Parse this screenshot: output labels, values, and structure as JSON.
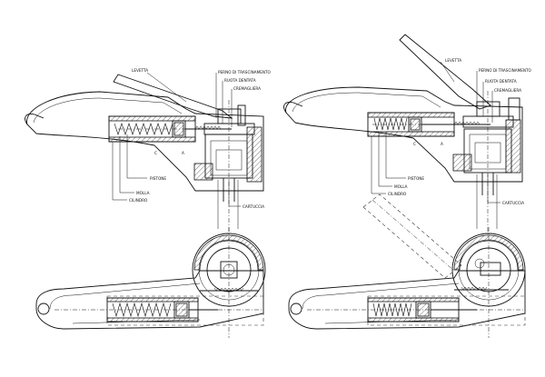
{
  "labels": {
    "levetta": "LEVETTA",
    "perno": "PERNO DI TRASCINAMENTO",
    "ruota": "RUOTA DENTATA",
    "cremagliera": "CREMAGLIERA",
    "pistone": "PISTONE",
    "molla": "MOLLA",
    "cilindro": "CILINDRO",
    "cartuccia": "CARTUCCIA"
  },
  "chamber_marks": {
    "c": "C",
    "a": "A"
  }
}
